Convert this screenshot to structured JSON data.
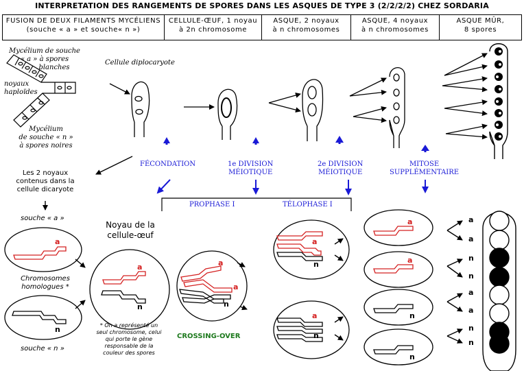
{
  "title": "INTERPRETATION DES RANGEMENTS DE SPORES DANS LES ASQUES DE TYPE 3 (2/2/2/2) CHEZ SORDARIA",
  "header_cells": [
    {
      "line1": "FUSION DE DEUX FILAMENTS MYCÉLIENS",
      "line2": "(souche « a » et souche« n »)"
    },
    {
      "line1": "CELLULE-ŒUF, 1 noyau",
      "line2": "à 2n chromosome"
    },
    {
      "line1": "ASQUE, 2 noyaux",
      "line2": "à n chromosomes"
    },
    {
      "line1": "ASQUE, 4 noyaux",
      "line2": "à n chromosomes"
    },
    {
      "line1": "ASQUE MÛR,",
      "line2": "8 spores"
    }
  ],
  "mycelium_labels": {
    "souche_a": [
      "Mycélium de souche",
      "« a » à spores",
      "blanches"
    ],
    "noyaux": [
      "noyaux",
      "haploïdes"
    ],
    "souche_n": [
      "Mycélium",
      "de souche « n »",
      "à spores noires"
    ],
    "diplocaryote": "Cellule diplocaryote"
  },
  "stages": {
    "fecondation": "FÉCONDATION",
    "division1": [
      "1e DIVISION",
      "MÉIOTIQUE"
    ],
    "division2": [
      "2e DIVISION",
      "MÉIOTIQUE"
    ],
    "mitose": [
      "MITOSE",
      "SUPPLÉMENTAIRE"
    ],
    "prophase": "PROPHASE I",
    "telophase": "TÉLOPHASE I"
  },
  "left_labels": {
    "noyaux_contenus": [
      "Les 2 noyaux",
      "contenus dans la",
      "cellule dicaryote"
    ],
    "souche_a": "souche « a »",
    "homologues": [
      "Chromosomes",
      "homologues *"
    ],
    "souche_n": "souche « n »"
  },
  "noyau_title": [
    "Noyau de la",
    "cellule-œuf"
  ],
  "footnote": [
    "* On a représenté un",
    "seul chromosome, celui",
    "qui porte le gène",
    "responsable de la",
    "couleur des spores"
  ],
  "crossing_over": "CROSSING-OVER",
  "allele_a": "a",
  "allele_n": "n",
  "final_labels": [
    "a",
    "a",
    "n",
    "n",
    "a",
    "a",
    "n",
    "n"
  ],
  "colors": {
    "blue": "#1a1ad6",
    "red": "#d42020",
    "green": "#1e7a1e"
  }
}
